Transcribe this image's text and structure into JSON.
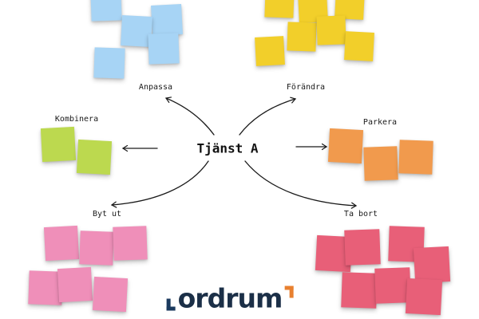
{
  "center_label": "Tjänst A",
  "clusters": [
    {
      "id": "anpassa",
      "label": "Anpassa",
      "color": "#a7d4f5",
      "size": 38,
      "notes": [
        [
          114,
          -12,
          -2
        ],
        [
          190,
          6,
          -3
        ],
        [
          152,
          20,
          3
        ],
        [
          186,
          42,
          -2
        ],
        [
          118,
          60,
          2
        ]
      ]
    },
    {
      "id": "forandra",
      "label": "Förändra",
      "color": "#f2cf2a",
      "size": 36,
      "notes": [
        [
          332,
          -14,
          2
        ],
        [
          374,
          -8,
          -3
        ],
        [
          420,
          -12,
          3
        ],
        [
          320,
          46,
          -3
        ],
        [
          360,
          28,
          2
        ],
        [
          397,
          20,
          -2
        ],
        [
          432,
          40,
          3
        ]
      ]
    },
    {
      "id": "kombinera",
      "label": "Kombinera",
      "color": "#bcd94f",
      "size": 42,
      "notes": [
        [
          52,
          160,
          -3
        ],
        [
          97,
          176,
          3
        ]
      ]
    },
    {
      "id": "parkera",
      "label": "Parkera",
      "color": "#f19a4d",
      "size": 42,
      "notes": [
        [
          412,
          162,
          3
        ],
        [
          456,
          184,
          -2
        ],
        [
          500,
          176,
          2
        ]
      ]
    },
    {
      "id": "byt-ut",
      "label": "Byt ut",
      "color": "#ef8fb9",
      "size": 42,
      "notes": [
        [
          56,
          284,
          -3
        ],
        [
          100,
          290,
          2
        ],
        [
          142,
          284,
          -2
        ],
        [
          36,
          340,
          2
        ],
        [
          73,
          336,
          -3
        ],
        [
          117,
          348,
          3
        ]
      ]
    },
    {
      "id": "ta-bort",
      "label": "Ta bort",
      "color": "#e85f78",
      "size": 44,
      "notes": [
        [
          396,
          296,
          3
        ],
        [
          432,
          288,
          -2
        ],
        [
          487,
          284,
          2
        ],
        [
          519,
          310,
          -3
        ],
        [
          428,
          342,
          2
        ],
        [
          470,
          336,
          -2
        ],
        [
          509,
          350,
          3
        ]
      ]
    }
  ],
  "arrow_color": "#1a1a1a",
  "logo": {
    "text": "ordrum",
    "text_color": "#1b2f47",
    "bracket_left_color": "#1b3a5e",
    "bracket_right_color": "#e8802f"
  }
}
